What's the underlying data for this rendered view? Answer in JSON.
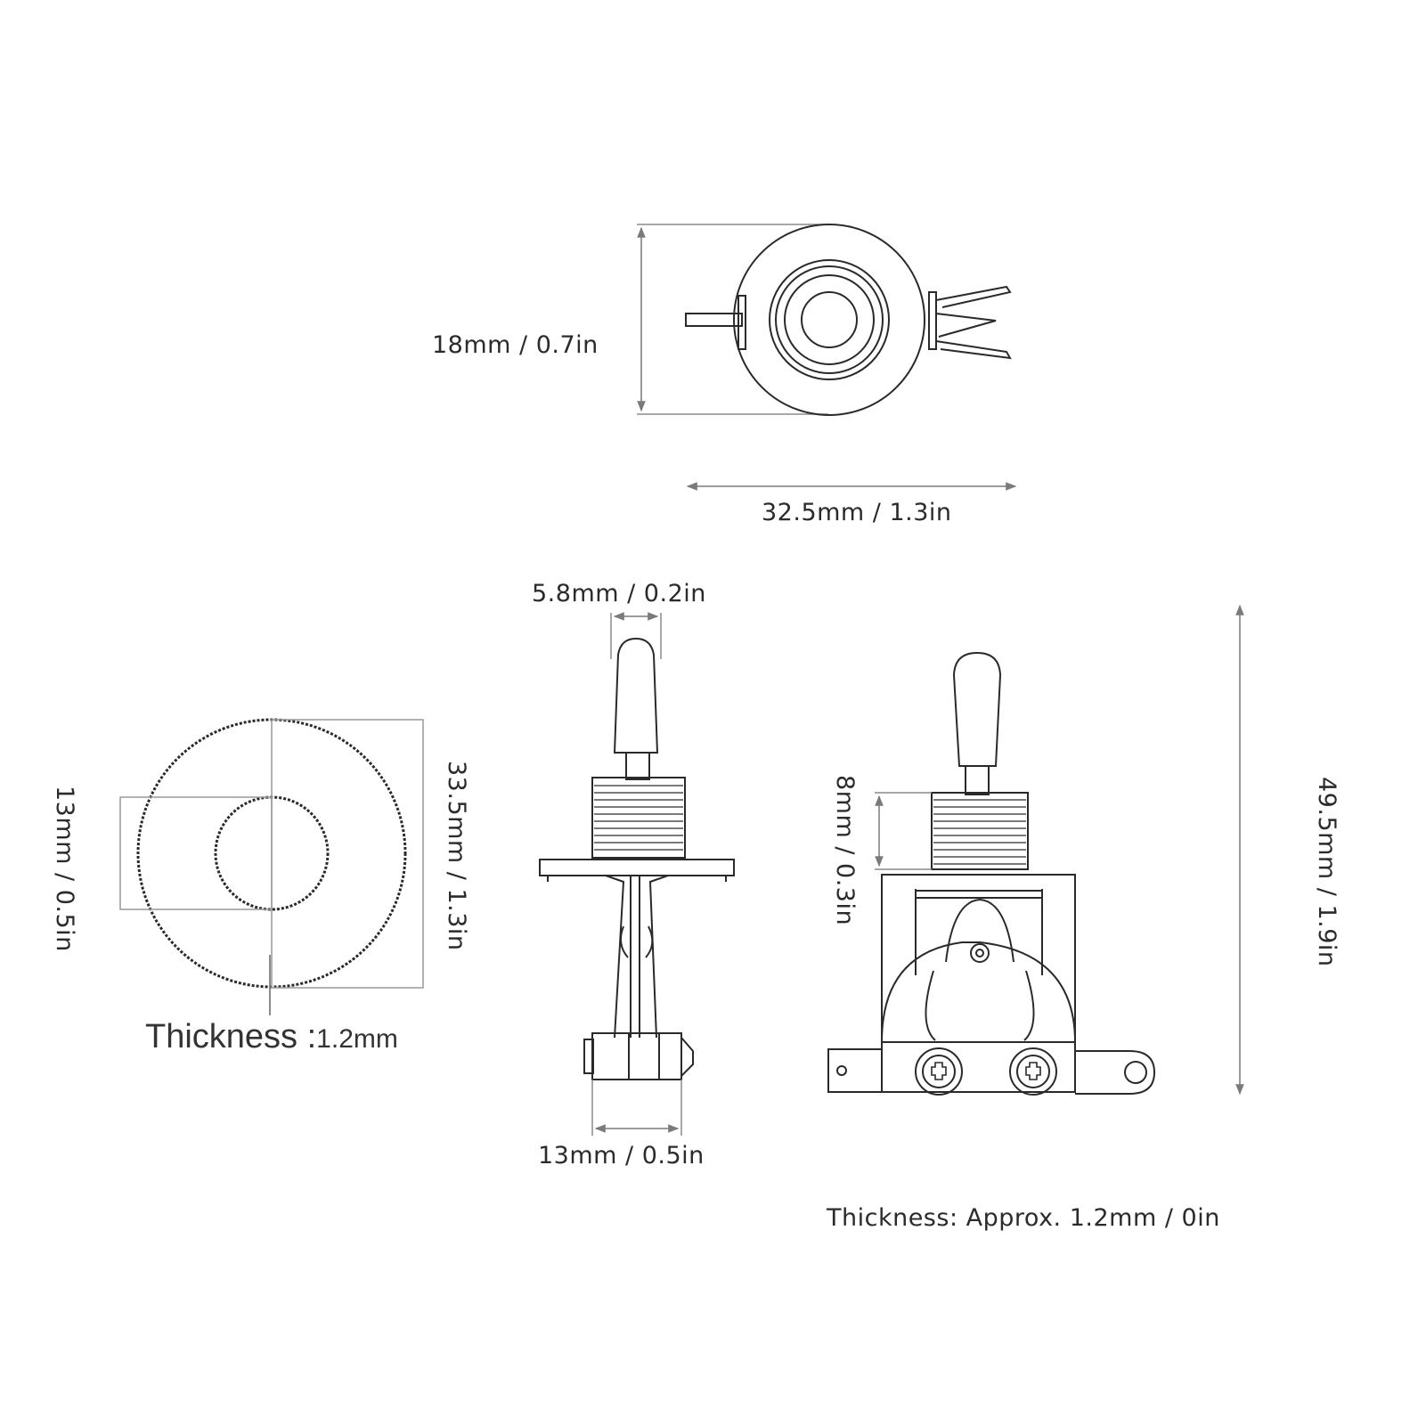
{
  "views": {
    "top_view": {
      "height_label": "18mm / 0.7in",
      "width_label": "32.5mm / 1.3in"
    },
    "washer_view": {
      "inner_label": "13mm / 0.5in",
      "outer_label": "33.5mm / 1.3in",
      "thickness_prefix": "Thickness :",
      "thickness_value": "1.2mm"
    },
    "side_view": {
      "tip_width_label": "5.8mm / 0.2in",
      "bottom_width_label": "13mm / 0.5in"
    },
    "front_view": {
      "thread_height_label": "8mm / 0.3in",
      "total_height_label": "49.5mm / 1.9in",
      "thickness_note": "Thickness: Approx. 1.2mm / 0in"
    }
  },
  "colors": {
    "line": "#2a2a2a",
    "dim_line": "#7a7a7a",
    "text": "#2b2b2b"
  }
}
